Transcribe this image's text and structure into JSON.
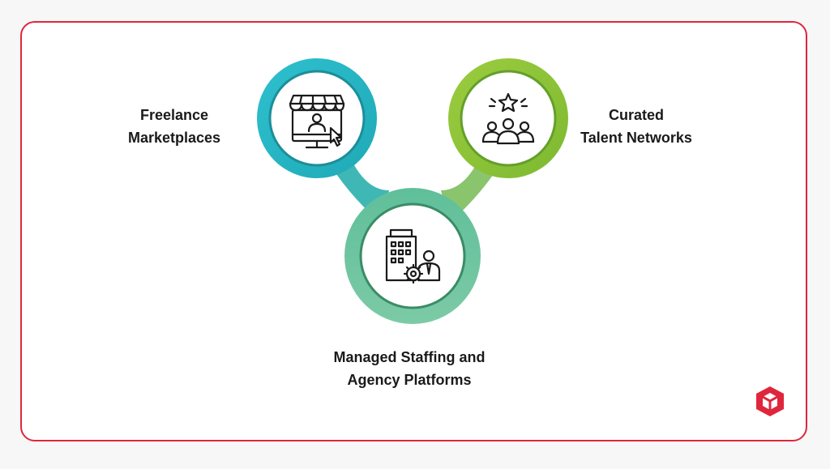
{
  "nodes": [
    {
      "id": "freelance",
      "line1": "Freelance",
      "line2": "Marketplaces",
      "icon": "storefront-user-cursor-icon",
      "color": "#26b5c4"
    },
    {
      "id": "curated",
      "line1": "Curated",
      "line2": "Talent Networks",
      "icon": "star-team-icon",
      "color": "#8cc43a"
    },
    {
      "id": "managed",
      "line1": "Managed Staffing and",
      "line2": "Agency Platforms",
      "icon": "building-gear-person-icon",
      "color": "#6cc197"
    }
  ],
  "colors": {
    "border": "#e0263c",
    "logo": "#e0263c",
    "icon_stroke": "#1a1a1a"
  }
}
